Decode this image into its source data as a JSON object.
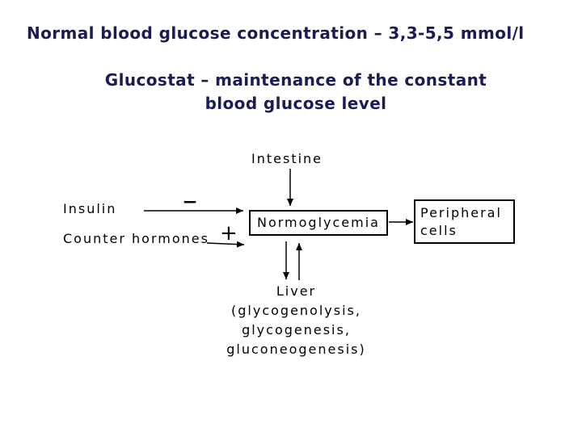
{
  "slide": {
    "title": "Normal blood glucose concentration – 3,3-5,5 mmol/l",
    "subtitle_lines": [
      "Glucostat – maintenance of the constant",
      "blood glucose level"
    ],
    "title_color": "#1b1b55",
    "background_color": "#ffffff"
  },
  "diagram": {
    "intestine_label": "Intestine",
    "insulin_label": "Insulin",
    "counter_hormones_label": "Counter hormones",
    "minus_sign": "–",
    "plus_sign": "+",
    "normoglycemia_label": "Normoglycemia",
    "peripheral_cells_label": "Peripheral cells",
    "liver_lines": [
      "Liver",
      "(glycogenolysis,",
      "glycogenesis,",
      "gluconeogenesis)"
    ],
    "line_color": "#000000"
  }
}
